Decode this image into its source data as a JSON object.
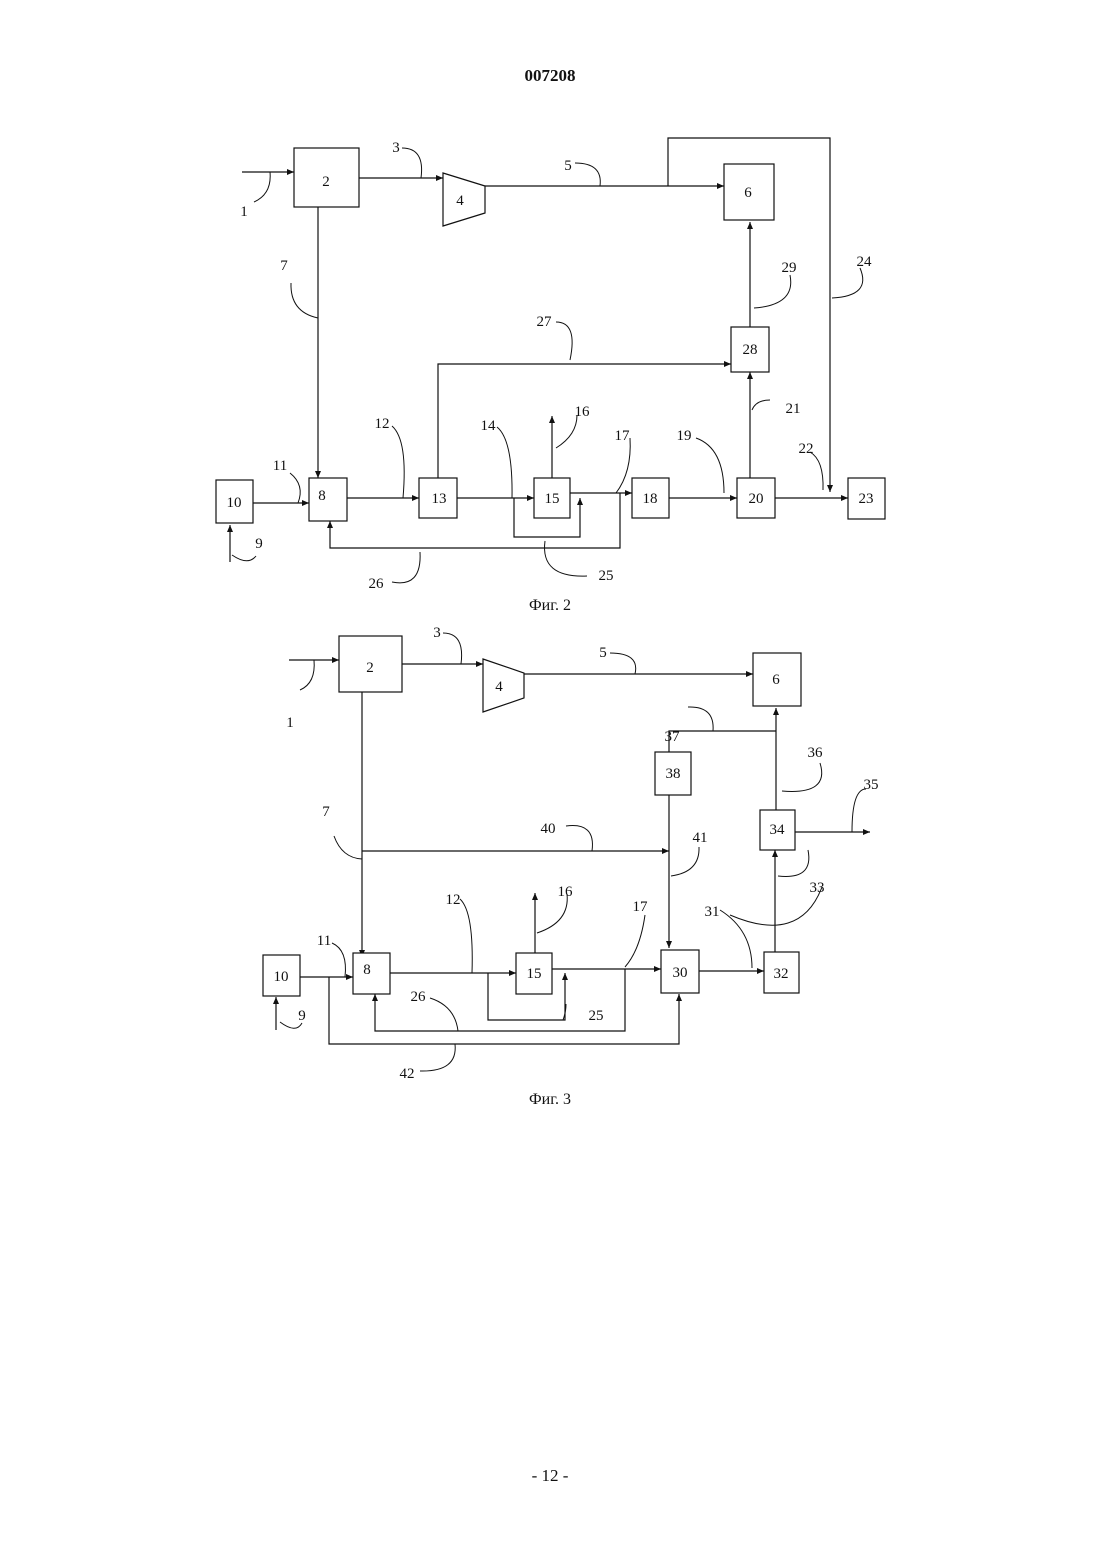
{
  "header": {
    "doc_number": "007208"
  },
  "footer": {
    "page_number": "- 12 -"
  },
  "fig2": {
    "caption": "Фиг. 2",
    "blocks": {
      "b2": "2",
      "b4": "4",
      "b6": "6",
      "b8": "8",
      "b10": "10",
      "b13": "13",
      "b15": "15",
      "b18": "18",
      "b20": "20",
      "b23": "23",
      "b28": "28"
    },
    "labels": {
      "l1": "1",
      "l3": "3",
      "l5": "5",
      "l7": "7",
      "l9": "9",
      "l11": "11",
      "l12": "12",
      "l14": "14",
      "l16": "16",
      "l17": "17",
      "l19": "19",
      "l21": "21",
      "l22": "22",
      "l24": "24",
      "l25": "25",
      "l26": "26",
      "l27": "27",
      "l29": "29"
    }
  },
  "fig3": {
    "caption": "Фиг. 3",
    "blocks": {
      "b2": "2",
      "b4": "4",
      "b6": "6",
      "b8": "8",
      "b10": "10",
      "b15": "15",
      "b30": "30",
      "b32": "32",
      "b34": "34",
      "b38": "38"
    },
    "labels": {
      "l1": "1",
      "l3": "3",
      "l5": "5",
      "l7": "7",
      "l9": "9",
      "l11": "11",
      "l12": "12",
      "l16": "16",
      "l17": "17",
      "l25": "25",
      "l26": "26",
      "l31": "31",
      "l33": "33",
      "l35": "35",
      "l36": "36",
      "l37": "37",
      "l40": "40",
      "l41": "41",
      "l42": "42"
    }
  }
}
